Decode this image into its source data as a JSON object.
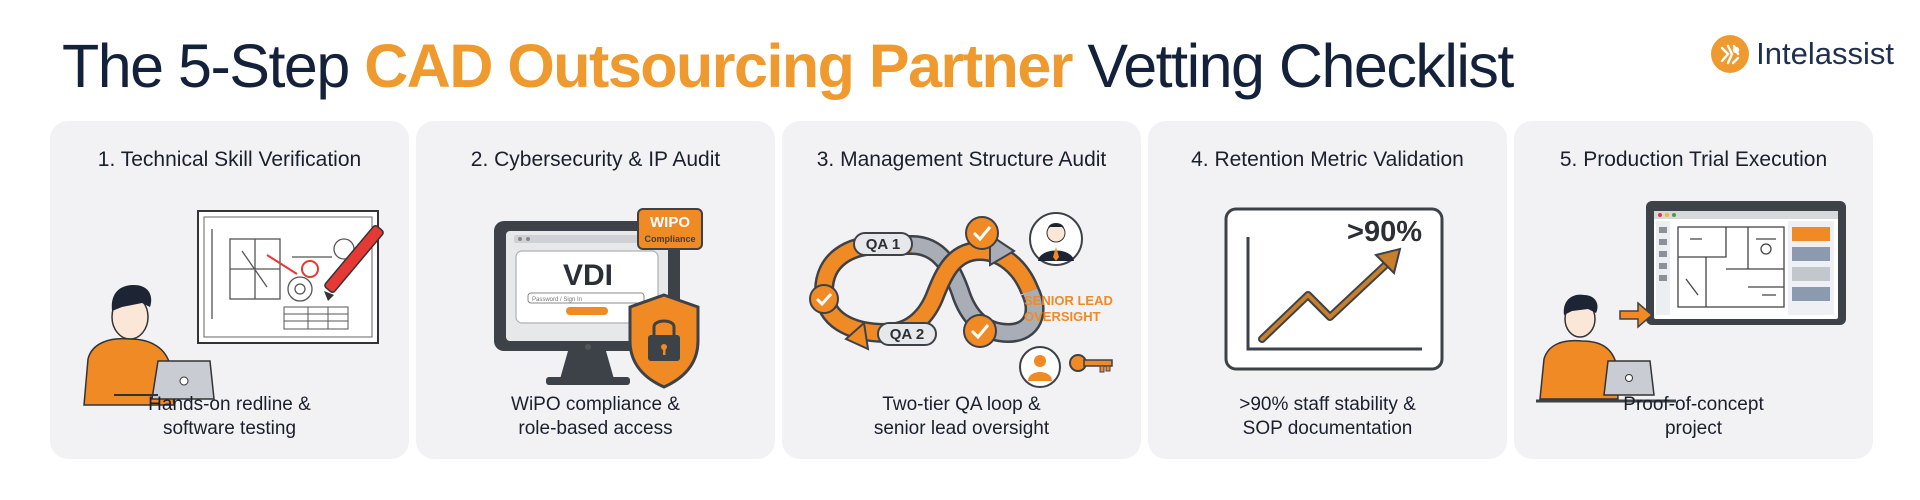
{
  "header": {
    "title_prefix": "The 5-Step ",
    "title_highlight": "CAD Outsourcing Partner",
    "title_suffix": " Vetting Checklist"
  },
  "brand": {
    "name": "Intelassist",
    "logo_icon": "gear-logo-icon"
  },
  "colors": {
    "accent": "#ef9a2f",
    "navy": "#14213a",
    "card_bg": "#f2f2f5",
    "dark": "#3d4148"
  },
  "cards": [
    {
      "title": "1. Technical Skill Verification",
      "desc": [
        "Hands-on redline &",
        "software testing"
      ],
      "icon": "engineer-drafting-icon"
    },
    {
      "title": "2. Cybersecurity & IP Audit",
      "desc": [
        "WiPO compliance &",
        "role-based access"
      ],
      "icon": "secure-monitor-icon",
      "art": {
        "badge_line1": "WIPO",
        "badge_line2": "Compliance",
        "screen": "VDI",
        "field_text": "Password / Sign In"
      }
    },
    {
      "title": "3. Management Structure Audit",
      "desc": [
        "Two-tier QA loop &",
        "senior lead oversight"
      ],
      "icon": "qa-loop-icon",
      "art": {
        "qa1": "QA 1",
        "qa2": "QA 2",
        "senior_line1": "SENIOR LEAD",
        "senior_line2": "OVERSIGHT"
      }
    },
    {
      "title": "4. Retention Metric Validation",
      "desc": [
        ">90% staff stability &",
        "SOP documentation"
      ],
      "icon": "trend-chart-icon",
      "art": {
        "metric": ">90%"
      }
    },
    {
      "title": "5. Production Trial Execution",
      "desc": [
        "Proof-of-concept",
        "project"
      ],
      "icon": "floorplan-screen-icon"
    }
  ]
}
